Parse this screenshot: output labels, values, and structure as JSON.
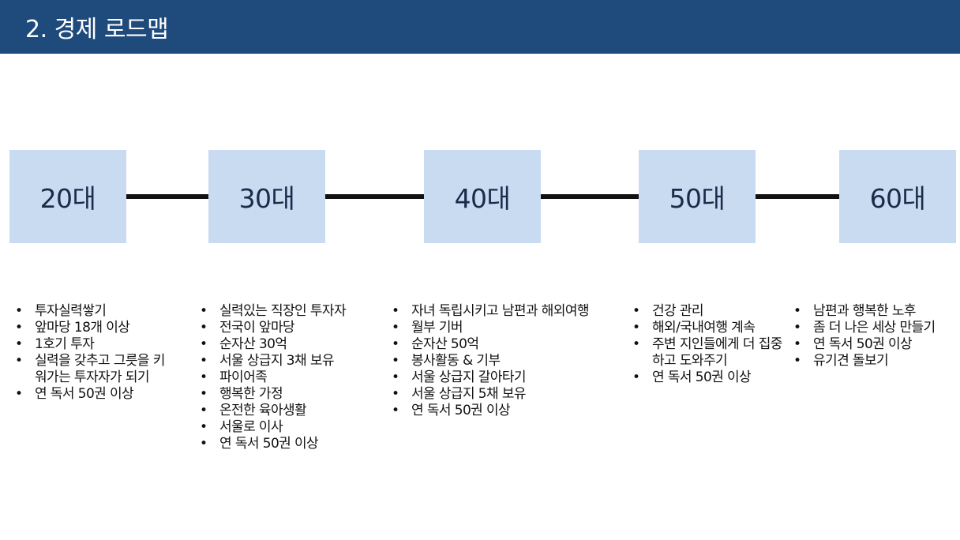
{
  "header": {
    "title": "2. 경제 로드맵"
  },
  "colors": {
    "header": "#1f4a7c",
    "box": "#c9dbf1",
    "line": "#111111"
  },
  "stages": [
    {
      "label": "20대",
      "goals": [
        "투자실력쌓기",
        "앞마당 18개 이상",
        "1호기 투자",
        "실력을 갖추고 그릇을 키워가는 투자자가 되기",
        "연 독서 50권 이상"
      ]
    },
    {
      "label": "30대",
      "goals": [
        "실력있는 직장인 투자자",
        "전국이 앞마당",
        "순자산 30억",
        "서울 상급지 3채 보유",
        "파이어족",
        "행복한 가정",
        "온전한 육아생활",
        "서울로 이사",
        "연 독서 50권 이상"
      ]
    },
    {
      "label": "40대",
      "goals": [
        "자녀 독립시키고 남편과 해외여행",
        "월부 기버",
        "순자산 50억",
        "봉사활동 & 기부",
        "서울 상급지 갈아타기",
        "서울 상급지 5채 보유",
        "연 독서 50권 이상"
      ]
    },
    {
      "label": "50대",
      "goals": [
        "건강 관리",
        "해외/국내여행 계속",
        "주변 지인들에게 더 집중하고 도와주기",
        "연 독서 50권 이상"
      ]
    },
    {
      "label": "60대",
      "goals": [
        "남편과 행복한 노후",
        "좀 더 나은 세상 만들기",
        "연 독서 50권 이상",
        "유기견 돌보기"
      ]
    }
  ]
}
